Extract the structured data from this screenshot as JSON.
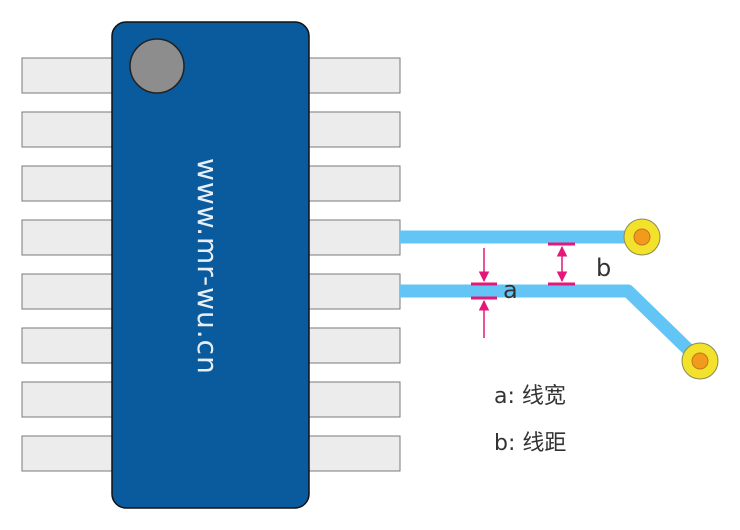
{
  "chip": {
    "watermark": "www.mr-wu.cn",
    "body_color": "#0a5a9e",
    "pin_fill": "#ececec",
    "pin_count_per_side": 8
  },
  "traces": {
    "color": "#63c5f5",
    "pad_ring": "#f2e22b",
    "pad_center": "#f19a1b"
  },
  "annotations": {
    "label_a": "a",
    "label_b": "b",
    "arrow_color": "#e5177b"
  },
  "legend": {
    "line_a": "a: 线宽",
    "line_b": "b: 线距"
  }
}
